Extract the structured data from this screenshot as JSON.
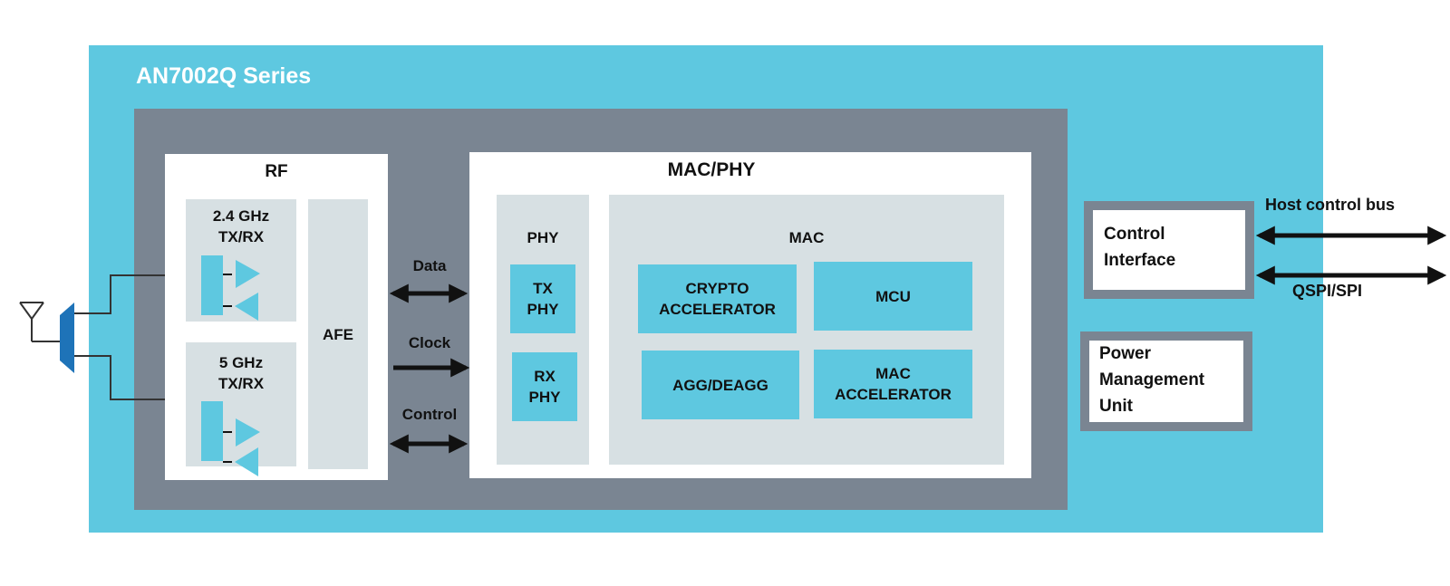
{
  "diagram": {
    "series_title": "AN7002Q Series",
    "rf": {
      "title": "RF",
      "band_24": "2.4 GHz\nTX/RX",
      "band_5": "5 GHz\nTX/RX",
      "afe": "AFE"
    },
    "links": {
      "data": "Data",
      "clock": "Clock",
      "control": "Control"
    },
    "macphy": {
      "title": "MAC/PHY",
      "phy_title": "PHY",
      "tx_phy": "TX\nPHY",
      "rx_phy": "RX\nPHY",
      "mac_title": "MAC",
      "crypto": "CRYPTO\nACCELERATOR",
      "mcu": "MCU",
      "aggdeagg": "AGG/DEAGG",
      "mac_accel": "MAC\nACCELERATOR"
    },
    "control_interface": "Control\nInterface",
    "pmu": "Power\nManagement\nUnit",
    "host_bus": "Host control bus",
    "qspi": "QSPI/SPI"
  },
  "colors": {
    "outer": "#5ec8e0",
    "chip": "#7a8592",
    "inner_grey": "#d7e0e3",
    "block_blue": "#5ec8e0",
    "arrow": "#111111"
  }
}
